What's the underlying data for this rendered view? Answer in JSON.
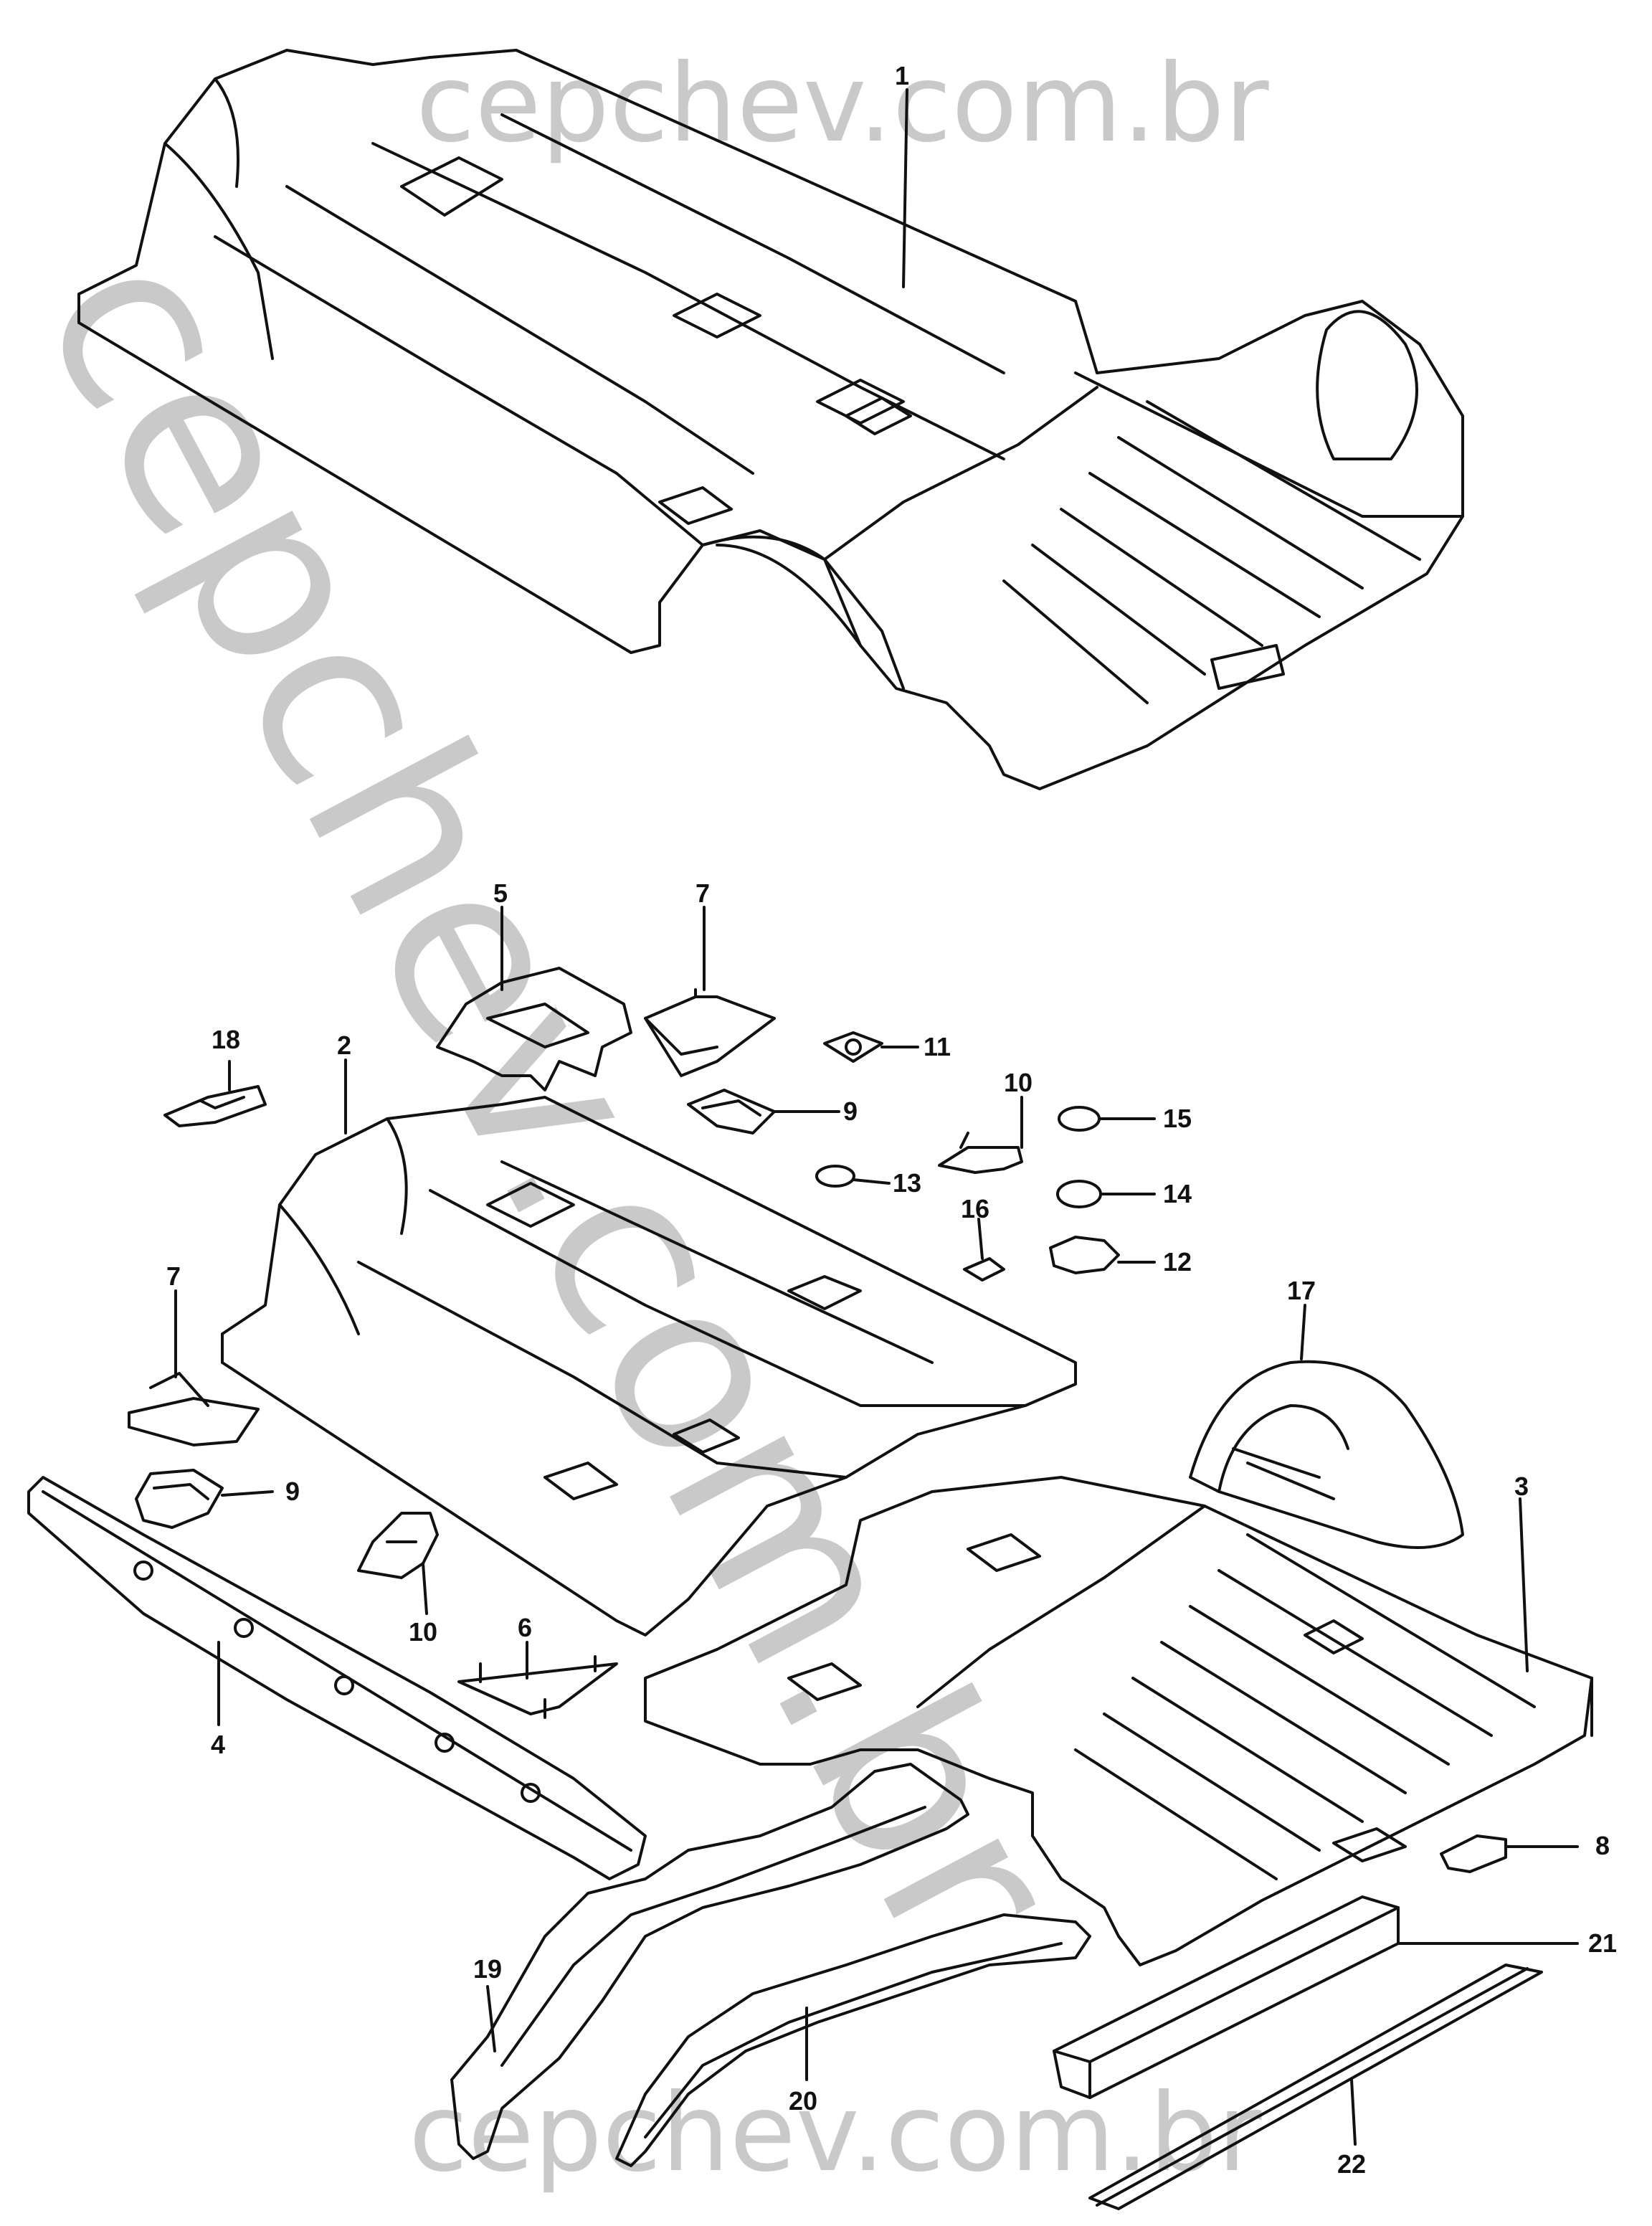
{
  "watermark": {
    "top": "cepchev.com.br",
    "diagonal": "cepchev.com.br",
    "bottom": "cepchev.com.br"
  },
  "callouts": {
    "c1": "1",
    "c2": "2",
    "c3": "3",
    "c4": "4",
    "c5": "5",
    "c6": "6",
    "c7a": "7",
    "c7b": "7",
    "c8": "8",
    "c9a": "9",
    "c9b": "9",
    "c10a": "10",
    "c10b": "10",
    "c11": "11",
    "c12": "12",
    "c13": "13",
    "c14": "14",
    "c15": "15",
    "c16": "16",
    "c17": "17",
    "c18": "18",
    "c19": "19",
    "c20": "20",
    "c21": "21",
    "c22": "22"
  }
}
